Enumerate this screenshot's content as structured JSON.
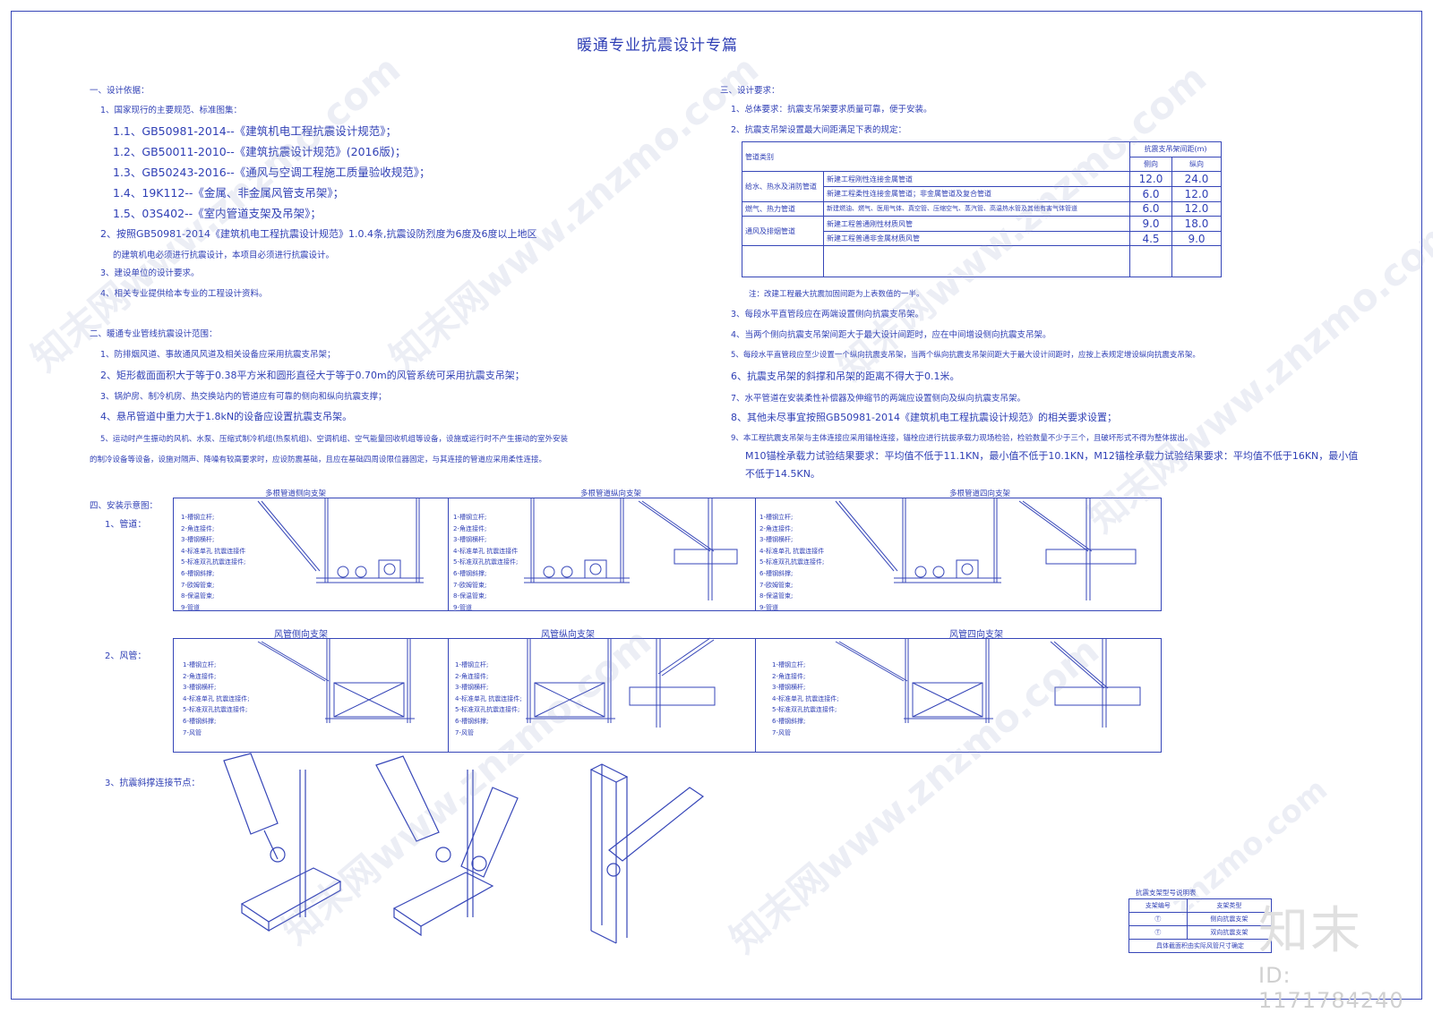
{
  "title": "暖通专业抗震设计专篇",
  "section1": {
    "heading": "一、设计依据：",
    "items": [
      "1、国家现行的主要规范、标准图集：",
      "1.1、GB50981-2014--《建筑机电工程抗震设计规范》；",
      "1.2、GB50011-2010--《建筑抗震设计规范》(2016版)；",
      "1.3、GB50243-2016--《通风与空调工程施工质量验收规范》；",
      "1.4、19K112--《金属、非金属风管支吊架》；",
      "1.5、03S402--《室内管道支架及吊架》；",
      "2、按照GB50981-2014《建筑机电工程抗震设计规范》1.0.4条,抗震设防烈度为6度及6度以上地区",
      "的建筑机电必须进行抗震设计，本项目必须进行抗震设计。",
      "3、建设单位的设计要求。",
      "4、相关专业提供给本专业的工程设计资料。"
    ]
  },
  "section2": {
    "heading": "二、暖通专业管线抗震设计范围：",
    "items": [
      "1、防排烟风道、事故通风风道及相关设备应采用抗震支吊架；",
      "2、矩形截面面积大于等于0.38平方米和圆形直径大于等于0.70m的风管系统可采用抗震支吊架；",
      "3、锅炉房、制冷机房、热交换站内的管道应有可靠的侧向和纵向抗震支撑；",
      "4、悬吊管道中重力大于1.8kN的设备应设置抗震支吊架。",
      "5、运动时产生振动的风机、水泵、压缩式制冷机组(热泵机组)、空调机组、空气能量回收机组等设备，设施或运行时不产生振动的室外安装",
      "的制冷设备等设备，设施对隔声、降噪有较高要求时，应设防震基础，且应在基础四周设限位器固定，与其连接的管道应采用柔性连接。"
    ]
  },
  "section3": {
    "heading": "三、设计要求：",
    "items_top": [
      "1、总体要求：抗震支吊架要求质量可靠，便于安装。",
      "2、抗震支吊架设置最大间距满足下表的规定："
    ],
    "note": "注：改建工程最大抗震加固间距为上表数值的一半。",
    "items_bottom": [
      "3、每段水平直管段应在两端设置侧向抗震支吊架。",
      "4、当两个侧向抗震支吊架间距大于最大设计间距时，应在中间增设侧向抗震支吊架。",
      "5、每段水平直管段应至少设置一个纵向抗震支吊架，当两个纵向抗震支吊架间距大于最大设计间距时，应按上表规定增设纵向抗震支吊架。",
      "6、抗震支吊架的斜撑和吊架的距离不得大于0.1米。",
      "7、水平管道在安装柔性补偿器及伸缩节的两端应设置侧向及纵向抗震支吊架。",
      "8、其他未尽事宜按照GB50981-2014《建筑机电工程抗震设计规范》的相关要求设置；",
      "9、本工程抗震支吊架与主体连接应采用锚栓连接，锚栓应进行抗拔承载力现场检验，检验数量不少于三个，且破坏形式不得为整体拔出。",
      "M10锚栓承载力试验结果要求：平均值不低于11.1KN，最小值不低于10.1KN，M12锚栓承载力试验结果要求：平均值不低于16KN，最小值",
      "不低于14.5KN。"
    ],
    "table": {
      "header_type": "管道类别",
      "header_spacing": "抗震支吊架间距(m)",
      "header_lateral": "侧向",
      "header_longitudinal": "纵向",
      "groups": [
        {
          "name": "给水、热水及消防管道",
          "rows": [
            {
              "desc": "新建工程刚性连接金属管道",
              "lateral": "12.0",
              "longitudinal": "24.0"
            },
            {
              "desc": "新建工程柔性连接金属管道；非金属管道及复合管道",
              "lateral": "6.0",
              "longitudinal": "12.0"
            }
          ]
        },
        {
          "name": "燃气、热力管道",
          "rows": [
            {
              "desc": "新建燃油、燃气、医用气体、真空管、压缩空气、蒸汽管、高温热水管及其他有害气体管道",
              "lateral": "6.0",
              "longitudinal": "12.0"
            }
          ]
        },
        {
          "name": "通风及排烟管道",
          "rows": [
            {
              "desc": "新建工程普通刚性材质风管",
              "lateral": "9.0",
              "longitudinal": "18.0"
            },
            {
              "desc": "新建工程普通非金属材质风管",
              "lateral": "4.5",
              "longitudinal": "9.0"
            }
          ]
        }
      ]
    }
  },
  "section4": {
    "heading": "四、安装示意图：",
    "pipe_label": "1、管道：",
    "duct_label": "2、风管：",
    "node_label": "3、抗震斜撑连接节点：",
    "pipe_panels": [
      "多根管道侧向支架",
      "多根管道纵向支架",
      "多根管道四向支架"
    ],
    "duct_panels": [
      "风管侧向支架",
      "风管纵向支架",
      "风管四向支架"
    ],
    "pipe_parts": [
      "1-槽钢立杆;",
      "2-角连接件;",
      "3-槽钢横杆;",
      "4-标准单孔 抗震连接件",
      "5-标准双孔抗震连接件;",
      "6-槽钢斜撑;",
      "7-欧姆管束;",
      "8-保温管束;",
      "9-管道"
    ],
    "duct_parts": [
      "1-槽钢立杆;",
      "2-角连接件;",
      "3-槽钢横杆;",
      "4-标准单孔 抗震连接件;",
      "5-标准双孔抗震连接件;",
      "6-槽钢斜撑;",
      "7-风管"
    ]
  },
  "legend": {
    "title": "抗震支架型号说明表",
    "header_code": "支架编号",
    "header_type": "支架类型",
    "rows": [
      {
        "code": "Ⓣ",
        "type": "侧向抗震支架"
      },
      {
        "code": "Ⓣ",
        "type": "双向抗震支架"
      }
    ],
    "footer": "具体截面积由实际风管尺寸确定"
  },
  "watermark": {
    "logo": "知末",
    "id": "ID: 1171784240",
    "site": "znzmo.com",
    "brand": "知末网www.znzmo.com"
  },
  "colors": {
    "ink": "#2f3fb5",
    "frame": "#3646b8",
    "watermark": "#c8cde0"
  }
}
